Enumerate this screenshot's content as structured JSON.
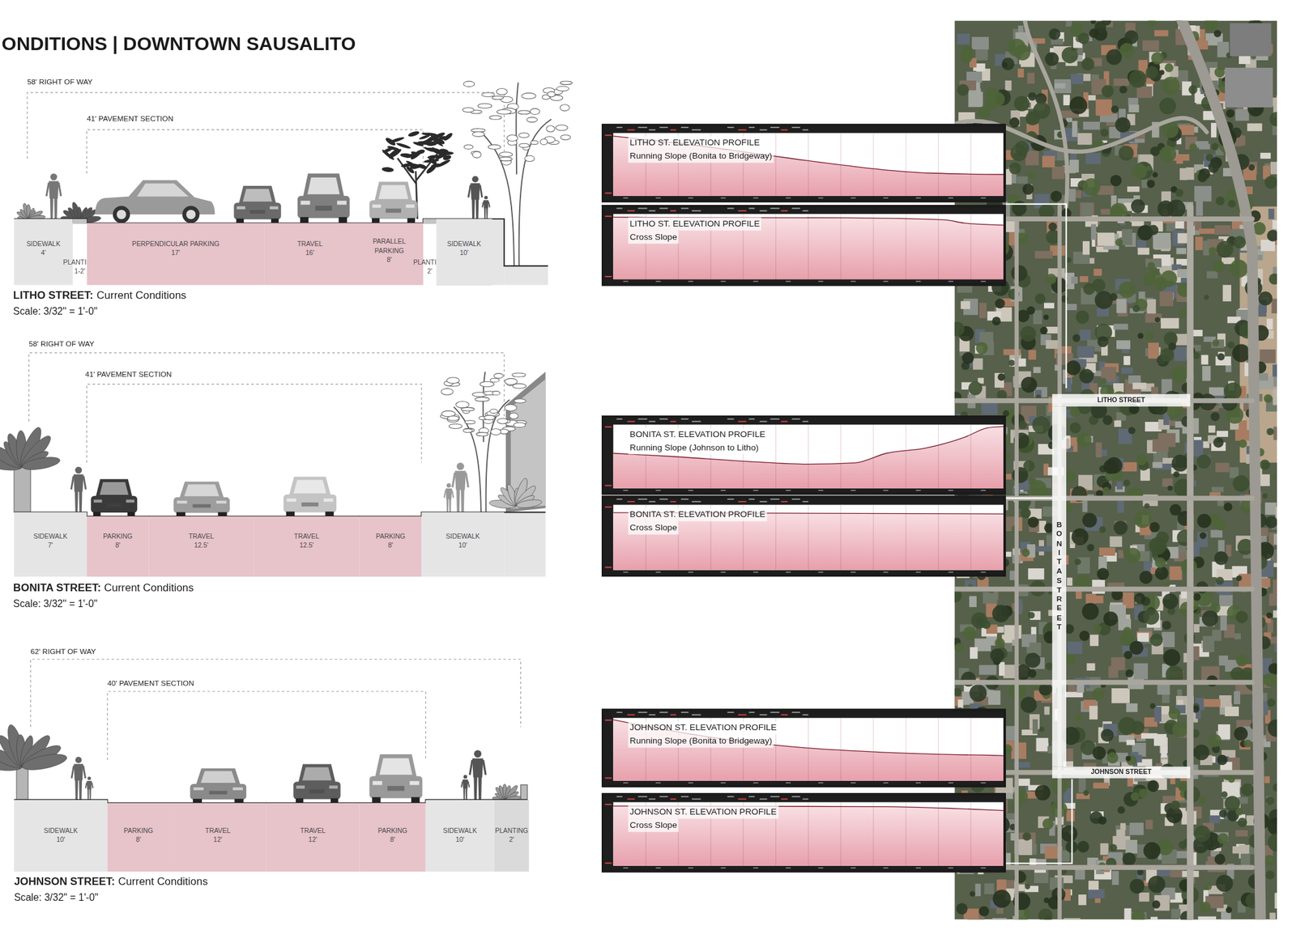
{
  "diagram": {
    "title": "ONDITIONS | DOWNTOWN SAUSALITO",
    "nodes": [
      {
        "text": [
          "SIDEWALK",
          "4'"
        ]
      },
      {
        "text": [
          "PLANTING",
          "1-2'"
        ]
      },
      {
        "text": [
          "PERPENDICULAR PARKING",
          "17'"
        ]
      },
      {
        "text": [
          "TRAVEL",
          "16'"
        ]
      },
      {
        "text": [
          "PARALLEL PARKING",
          "8'"
        ]
      },
      {
        "text": [
          "PLANTING",
          "2'"
        ]
      },
      {
        "text": [
          "SIDEWALK",
          "10'"
        ]
      },
      {
        "text": [
          "SIDEWALK",
          "7'"
        ]
      },
      {
        "text": [
          "PARKING",
          "8'"
        ]
      },
      {
        "text": [
          "TRAVEL",
          "12.5'"
        ]
      },
      {
        "text": [
          "TRAVEL",
          "12.5'"
        ]
      },
      {
        "text": [
          "PARKING",
          "8'"
        ]
      },
      {
        "text": [
          "SIDEWALK",
          "10'"
        ]
      },
      {
        "text": [
          "SIDEWALK",
          "10'"
        ]
      },
      {
        "text": [
          "PARKING",
          "8'"
        ]
      },
      {
        "text": [
          "TRAVEL",
          "12'"
        ]
      },
      {
        "text": [
          "TRAVEL",
          "12'"
        ]
      },
      {
        "text": [
          "PARKING",
          "8'"
        ]
      },
      {
        "text": [
          "SIDEWALK",
          "10'"
        ]
      },
      {
        "text": [
          "PLANTING",
          "2'"
        ]
      },
      {
        "text": [
          "LITHO ST. ELEVATION PROFILE",
          "Running Slope (Bonita to Bridgeway)"
        ]
      },
      {
        "text": [
          "LITHO ST. ELEVATION PROFILE",
          "Cross Slope"
        ]
      },
      {
        "text": [
          "BONITA ST. ELEVATION PROFILE",
          "Running Slope (Johnson to Litho)"
        ]
      },
      {
        "text": [
          "BONITA ST. ELEVATION PROFILE",
          "Cross Slope"
        ]
      },
      {
        "text": [
          "JOHNSON ST. ELEVATION PROFILE",
          "Running Slope (Bonita to Bridgeway)"
        ]
      },
      {
        "text": [
          "JOHNSON ST. ELEVATION PROFILE",
          "Cross Slope"
        ]
      },
      {
        "text": [
          "LITHO STREET"
        ]
      },
      {
        "text": [
          "BONITA STREET"
        ]
      },
      {
        "text": [
          "JOHNSON STREET"
        ]
      }
    ],
    "labels": [
      "58' RIGHT OF WAY",
      "41' PAVEMENT SECTION",
      "LITHO STREET:",
      "Current Conditions",
      "Scale: 3/32\" = 1'-0\"",
      "58' RIGHT OF WAY",
      "41' PAVEMENT SECTION",
      "BONITA STREET:",
      "Current Conditions",
      "Scale: 3/32\" = 1'-0\"",
      "62' RIGHT OF WAY",
      "40' PAVEMENT SECTION",
      "JOHNSON STREET:",
      "Current Conditions",
      "Scale: 3/32\" = 1'-0\""
    ]
  }
}
